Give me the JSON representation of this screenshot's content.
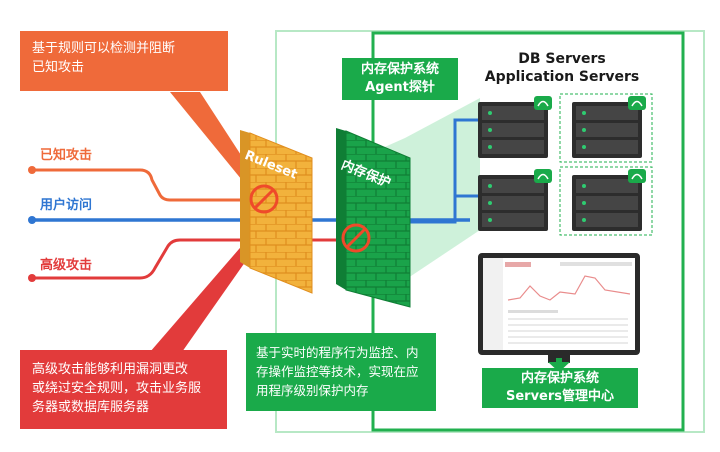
{
  "callouts": {
    "known_blocked_l1": "基于规则可以检测并阻断",
    "known_blocked_l2": "已知攻击",
    "advanced_l1": "高级攻击能够利用漏洞更改",
    "advanced_l2": "或绕过安全规则，攻击业务服",
    "advanced_l3": "务器或数据库服务器",
    "memory_l1": "基于实时的程序行为监控、内",
    "memory_l2": "存操作监控等技术，实现在应",
    "memory_l3": "用程序级别保护内存"
  },
  "attack_labels": {
    "known": "已知攻击",
    "user": "用户访问",
    "advanced": "高级攻击"
  },
  "walls": {
    "ruleset": "Ruleset",
    "memory": "内存保护"
  },
  "agent_label": {
    "line1": "内存保护系统",
    "line2": "Agent探针"
  },
  "servers_heading": {
    "line1": "DB Servers",
    "line2": "Application Servers"
  },
  "center_label": {
    "line1": "内存保护系统",
    "line2": "Servers管理中心"
  },
  "colors": {
    "orange": "#ef6a3a",
    "red": "#e23b3b",
    "blue": "#2f76d2",
    "green": "#1aaa4a",
    "wall_yellow": "#f2b23c",
    "wall_green": "#1aa34a"
  }
}
